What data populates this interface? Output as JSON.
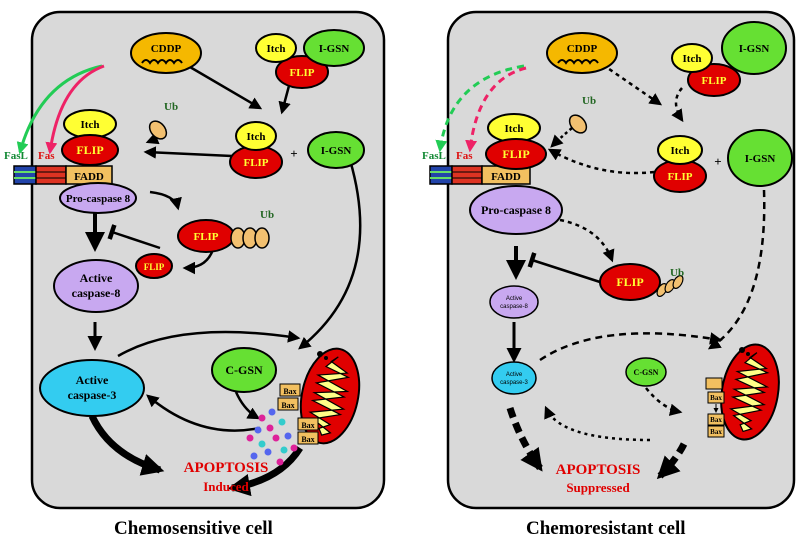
{
  "left_cell": {
    "caption": "Chemosensitive cell",
    "cddp": "CDDP",
    "itch": "Itch",
    "igsn": "I-GSN",
    "flip": "FLIP",
    "plus": "+",
    "ub": "Ub",
    "fasl": "FasL",
    "fas": "Fas",
    "fadd": "FADD",
    "procaspase": "Pro-caspase 8",
    "active_casp8_line1": "Active",
    "active_casp8_line2": "caspase-8",
    "active_casp3_line1": "Active",
    "active_casp3_line2": "caspase-3",
    "cgsn": "C-GSN",
    "bax": "Bax",
    "apoptosis": "APOPTOSIS",
    "outcome": "Induced"
  },
  "right_cell": {
    "caption": "Chemoresistant cell",
    "cddp": "CDDP",
    "itch": "Itch",
    "igsn": "I-GSN",
    "flip": "FLIP",
    "plus": "+",
    "ub": "Ub",
    "fasl": "FasL",
    "fas": "Fas",
    "fadd": "FADD",
    "procaspase": "Pro-caspase 8",
    "active_casp8_line1": "Active",
    "active_casp8_line2": "caspase-8",
    "active_casp3_line1": "Active",
    "active_casp3_line2": "caspase-3",
    "cgsn": "C-GSN",
    "bax": "Bax",
    "apoptosis": "APOPTOSIS",
    "outcome": "Suppressed"
  },
  "colors": {
    "cell_bg": "#d9d9d9",
    "cddp": "#f5b800",
    "itch": "#ffff33",
    "igsn": "#66e033",
    "flip": "#e00000",
    "ub": "#f2c070",
    "lavender": "#c8a8f0",
    "cyan": "#33ccf0",
    "fadd": "#f2c060",
    "apoptosis_text": "#e00000",
    "fasl_arrow": "#22cc55",
    "fas_arrow": "#ee2266"
  }
}
